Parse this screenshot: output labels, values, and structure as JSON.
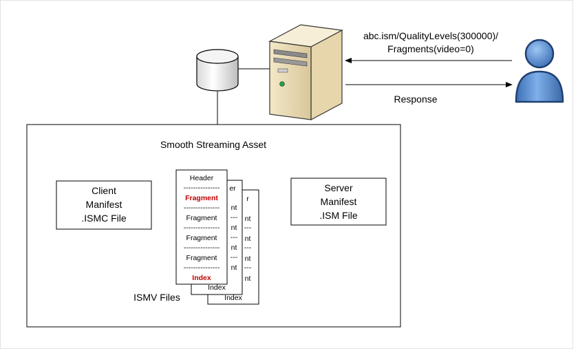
{
  "request": {
    "line1": "abc.ism/QualityLevels(300000)/",
    "line2": "Fragments(video=0)"
  },
  "response_label": "Response",
  "asset": {
    "title": "Smooth Streaming Asset",
    "client_manifest": {
      "line1": "Client",
      "line2": "Manifest",
      "line3": ".ISMC File"
    },
    "server_manifest": {
      "line1": "Server",
      "line2": "Manifest",
      "line3": ".ISM File"
    },
    "ismv_label": "ISMV Files",
    "ismv_file": {
      "header": "Header",
      "separator": "---------------",
      "fragment_highlight": "Fragment",
      "fragment": "Fragment",
      "index": "Index"
    },
    "back_sheet_1": {
      "header_partial": "er",
      "fragment_partial": "nt",
      "separator_partial": "---",
      "index": "Index"
    },
    "back_sheet_2": {
      "header_partial": "r",
      "fragment_partial": "nt",
      "separator_partial": "---",
      "index": "Index"
    }
  },
  "colors": {
    "highlight": "#c00000",
    "person_fill": "#5b8fd0",
    "person_stroke": "#1f3f70",
    "server_fill": "#efe2c0",
    "server_stroke": "#333333"
  },
  "icons": {
    "server": "server-tower-icon",
    "database": "database-cylinder-icon",
    "user": "user-person-icon"
  }
}
